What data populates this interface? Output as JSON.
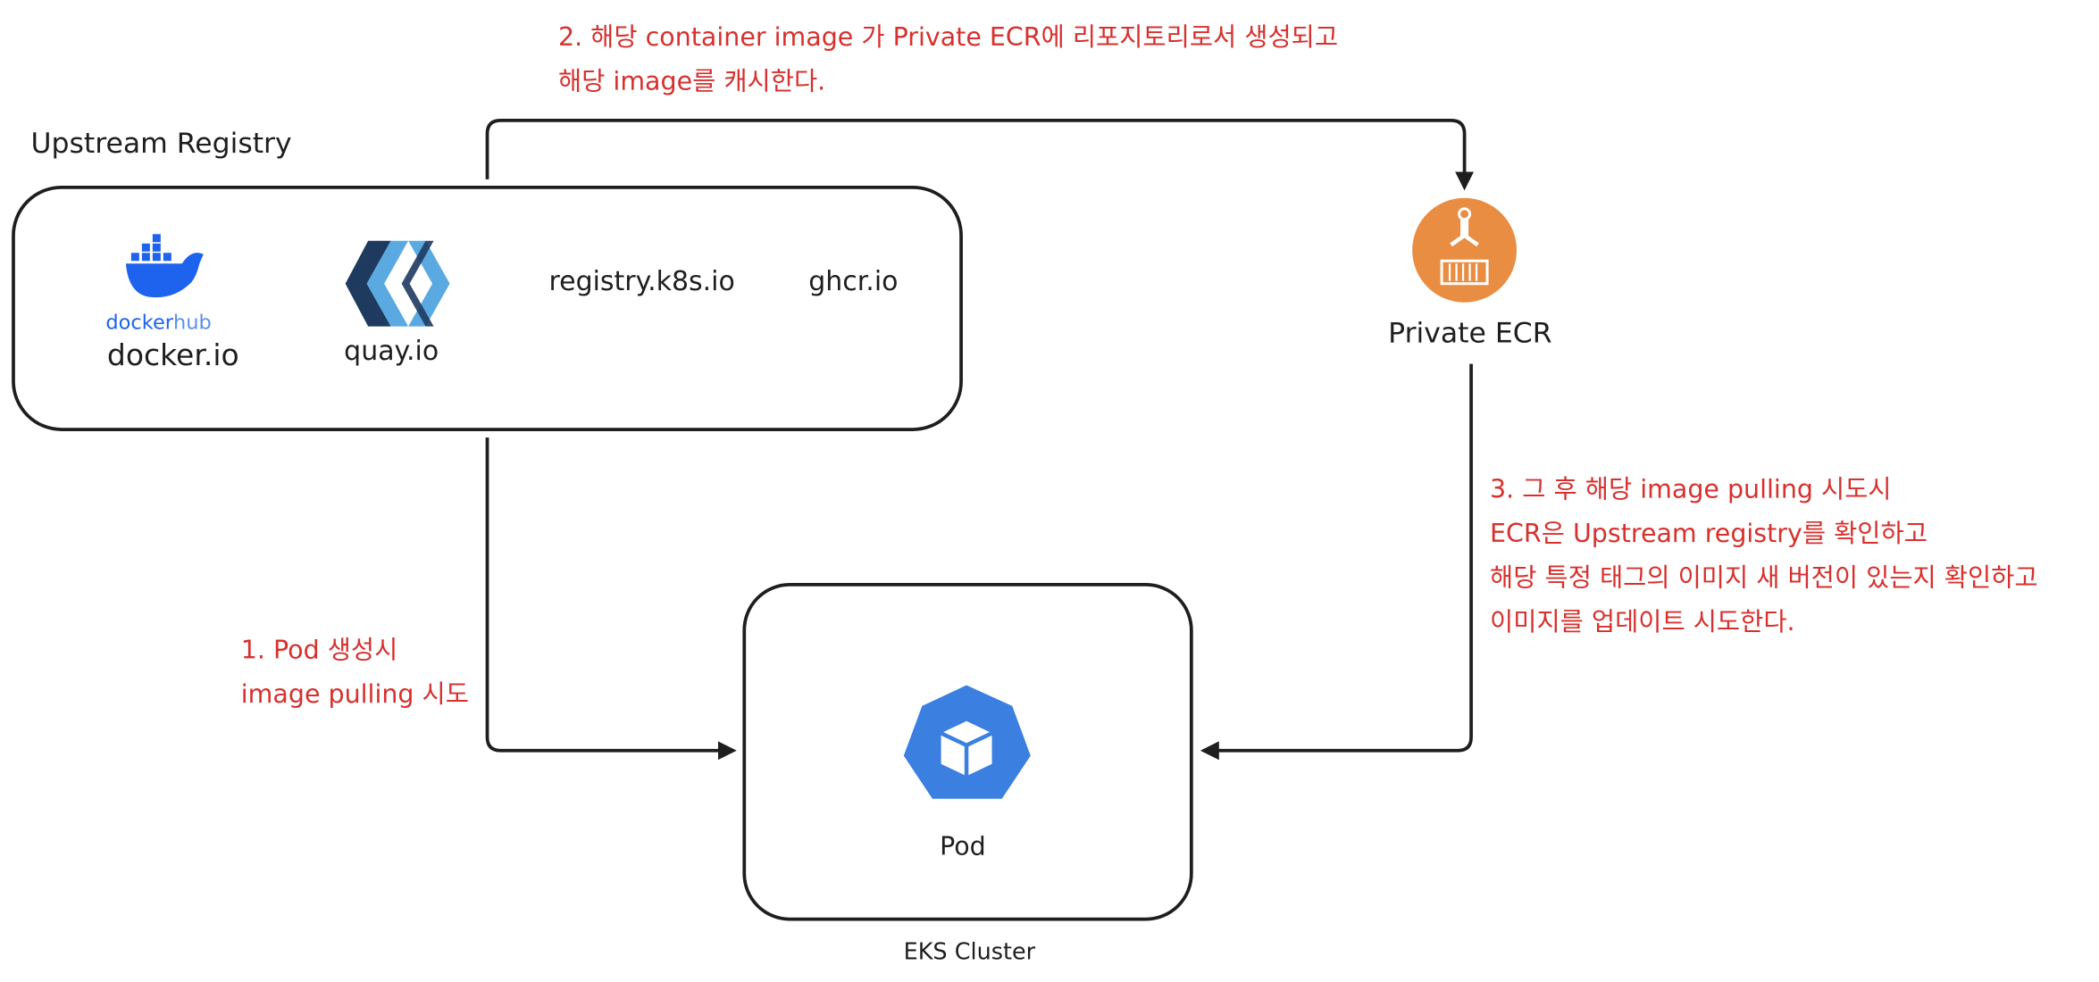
{
  "upstream": {
    "title": "Upstream Registry",
    "registries": [
      {
        "name": "docker.io",
        "icon": "docker-whale-icon",
        "logo_text": {
          "part1": "docker",
          "part2": "hub"
        }
      },
      {
        "name": "quay.io",
        "icon": "quay-logo-icon"
      },
      {
        "name": "registry.k8s.io"
      },
      {
        "name": "ghcr.io"
      }
    ]
  },
  "private_ecr": {
    "label": "Private ECR",
    "icon": "aws-ecr-icon"
  },
  "eks": {
    "label": "EKS Cluster",
    "pod_label": "Pod",
    "icon": "kubernetes-pod-icon"
  },
  "steps": {
    "step1": [
      "1. Pod 생성시",
      "image pulling 시도"
    ],
    "step2": [
      "2. 해당 container image 가 Private ECR에 리포지토리로서 생성되고",
      "해당 image를 캐시한다."
    ],
    "step3": [
      "3. 그 후 해당 image pulling 시도시",
      "ECR은 Upstream registry를 확인하고",
      "해당 특정 태그의 이미지 새 버전이 있는지 확인하고",
      "이미지를 업데이트 시도한다."
    ]
  },
  "colors": {
    "stroke": "#1e1e1e",
    "annotation": "#d7302d",
    "docker_blue": "#1d63ed",
    "ecr_orange": "#e98d43",
    "k8s_blue": "#3b7fe0",
    "quay_dark": "#1e3a5f",
    "quay_light": "#5aa9e0"
  }
}
